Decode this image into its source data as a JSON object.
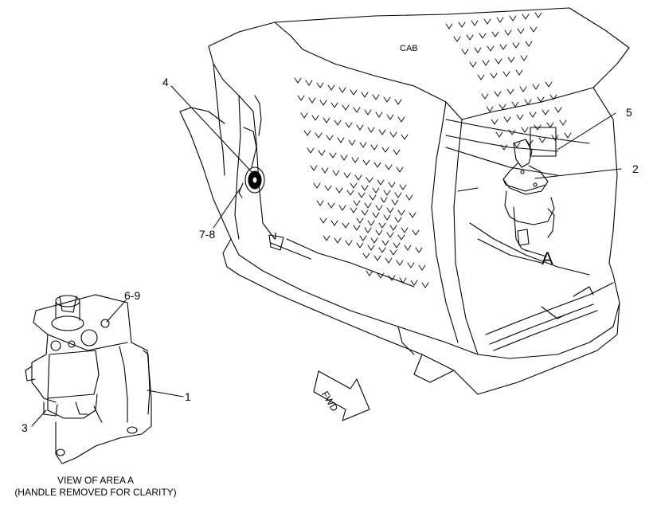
{
  "diagram": {
    "cab_label": "CAB",
    "area_letter": "A",
    "fwd_label": "FWD",
    "callouts": {
      "c1": "1",
      "c2": "2",
      "c3": "3",
      "c4": "4",
      "c5": "5",
      "c6_9": "6-9",
      "c7_8": "7-8"
    },
    "caption": {
      "line1": "VIEW OF AREA  A",
      "line2": "(HANDLE REMOVED FOR CLARITY)"
    }
  }
}
